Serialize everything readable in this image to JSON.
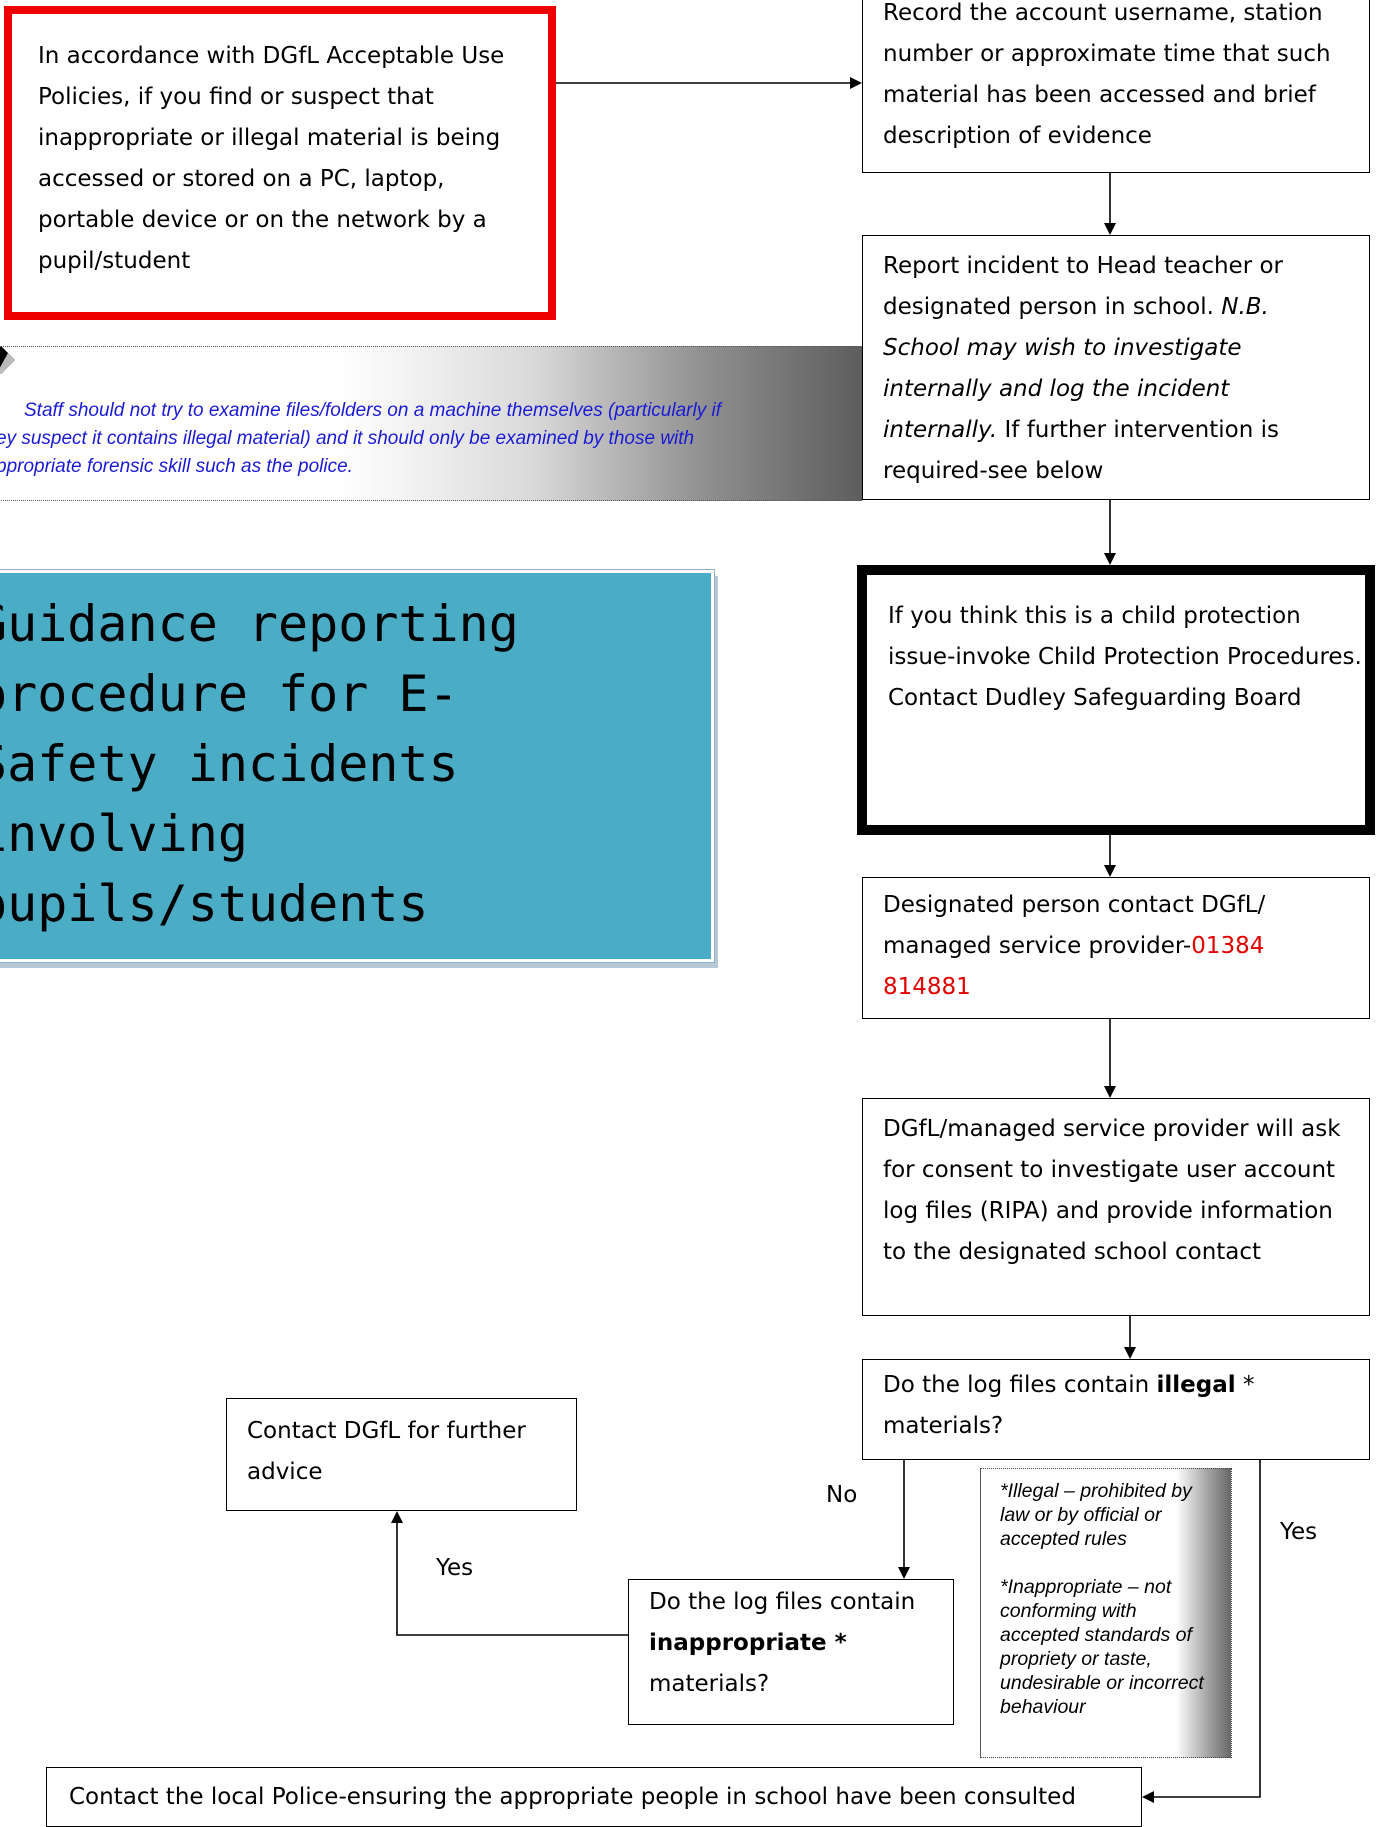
{
  "intro_box": {
    "text": "In accordance with DGfL Acceptable Use Policies, if you find or suspect that inappropriate or illegal material is being accessed or stored on a PC, laptop, portable device or on the network by a pupil/student"
  },
  "record_box": {
    "text": "Record the account username, station number or approximate time that such material has been accessed and brief description of evidence"
  },
  "report_box": {
    "text_1": "Report incident to Head teacher or designated person in school. ",
    "text_italic": "N.B. School may wish to investigate internally and log the incident internally.",
    "text_2": " If further intervention is required-see below"
  },
  "warning_banner": {
    "line_1": "Staff should not try to examine files/folders on a machine themselves (particularly if",
    "line_2": "ey suspect it contains illegal material) and it should only be examined by those with",
    "line_3": "ppropriate forensic skill such as the police."
  },
  "title_box": {
    "text": "Guidance reporting procedure for E-Safety incidents involving pupils/students",
    "lines": [
      "Guidance reporting",
      "procedure for E-",
      "Safety incidents",
      "involving",
      "pupils/students"
    ]
  },
  "child_protection_box": {
    "text": "If you think this is a child protection issue-invoke Child Protection Procedures.  Contact Dudley Safeguarding Board"
  },
  "dgfl_contact_box": {
    "text": "Designated person contact DGfL/ managed service provider-",
    "phone": "01384 814881"
  },
  "consent_box": {
    "text": "DGfL/managed service provider will ask for consent to investigate user account log files (RIPA) and provide information to the designated school contact"
  },
  "illegal_box": {
    "text_1": "Do the log files contain ",
    "bold": "illegal",
    "text_2": " * materials?"
  },
  "inappropriate_box": {
    "text_1": "Do the log files contain ",
    "bold": "inappropriate *",
    "text_2": " materials?"
  },
  "further_advice_box": {
    "text": "Contact DGfL for further advice"
  },
  "police_box": {
    "text": "Contact the local Police-ensuring the appropriate people in school have been consulted"
  },
  "definitions_note": {
    "illegal": "*Illegal – prohibited by law or by official or accepted rules",
    "inappropriate": "*Inappropriate – not conforming with accepted standards of propriety or taste, undesirable or incorrect behaviour"
  },
  "labels": {
    "no": "No",
    "yes_left": "Yes",
    "yes_right": "Yes"
  },
  "colors": {
    "intro_border": "#ee0000",
    "title_fill": "#4bacc6",
    "warning_text": "#1a1ad6",
    "phone_text": "#e00000"
  }
}
